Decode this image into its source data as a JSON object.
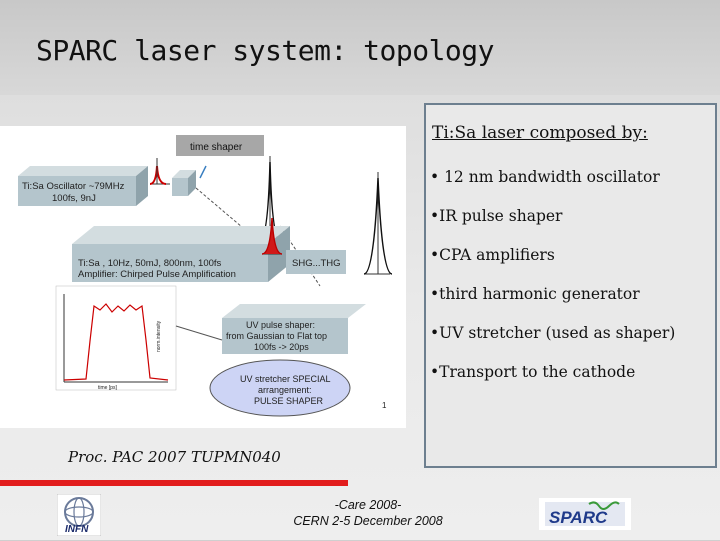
{
  "slide": {
    "title": "SPARC laser system: topology"
  },
  "diagram": {
    "time_shaper_label": "time shaper",
    "oscillator_line1": "Ti:Sa Oscillator ~79MHz",
    "oscillator_line2": "100fs, 9nJ",
    "amplifier_line1": "Ti:Sa , 10Hz, 50mJ, 800nm, 100fs",
    "amplifier_line2": "Amplifier: Chirped Pulse Amplification",
    "shg_label": "SHG...THG",
    "uv_shaper_line1": "UV pulse shaper:",
    "uv_shaper_line2": "from Gaussian to Flat top",
    "uv_shaper_line3": "100fs -> 20ps",
    "stretcher_line1": "UV stretcher SPECIAL",
    "stretcher_line2": "arrangement:",
    "stretcher_line3": "PULSE SHAPER",
    "plot_ylabel": "norm.intensity",
    "plot_xlabel": "time [ps]",
    "page_mark": "1"
  },
  "panel": {
    "title": "Ti:Sa laser composed by:",
    "bullets": [
      "• 12 nm bandwidth oscillator",
      "•IR pulse shaper",
      "•CPA amplifiers",
      "•third harmonic generator",
      "•UV stretcher (used as shaper)",
      "•Transport to the cathode"
    ]
  },
  "reference": "Proc. PAC 2007 TUPMN040",
  "footer": {
    "line1": "-Care 2008-",
    "line2": "CERN 2-5 December 2008"
  },
  "logos": {
    "left": "INFN",
    "right": "SPARC"
  },
  "colors": {
    "accent_red": "#e21d1d",
    "panel_border": "#6d7f8f",
    "box_fill": "#b4c5cc",
    "ellipse_fill": "#cdd4f5"
  }
}
